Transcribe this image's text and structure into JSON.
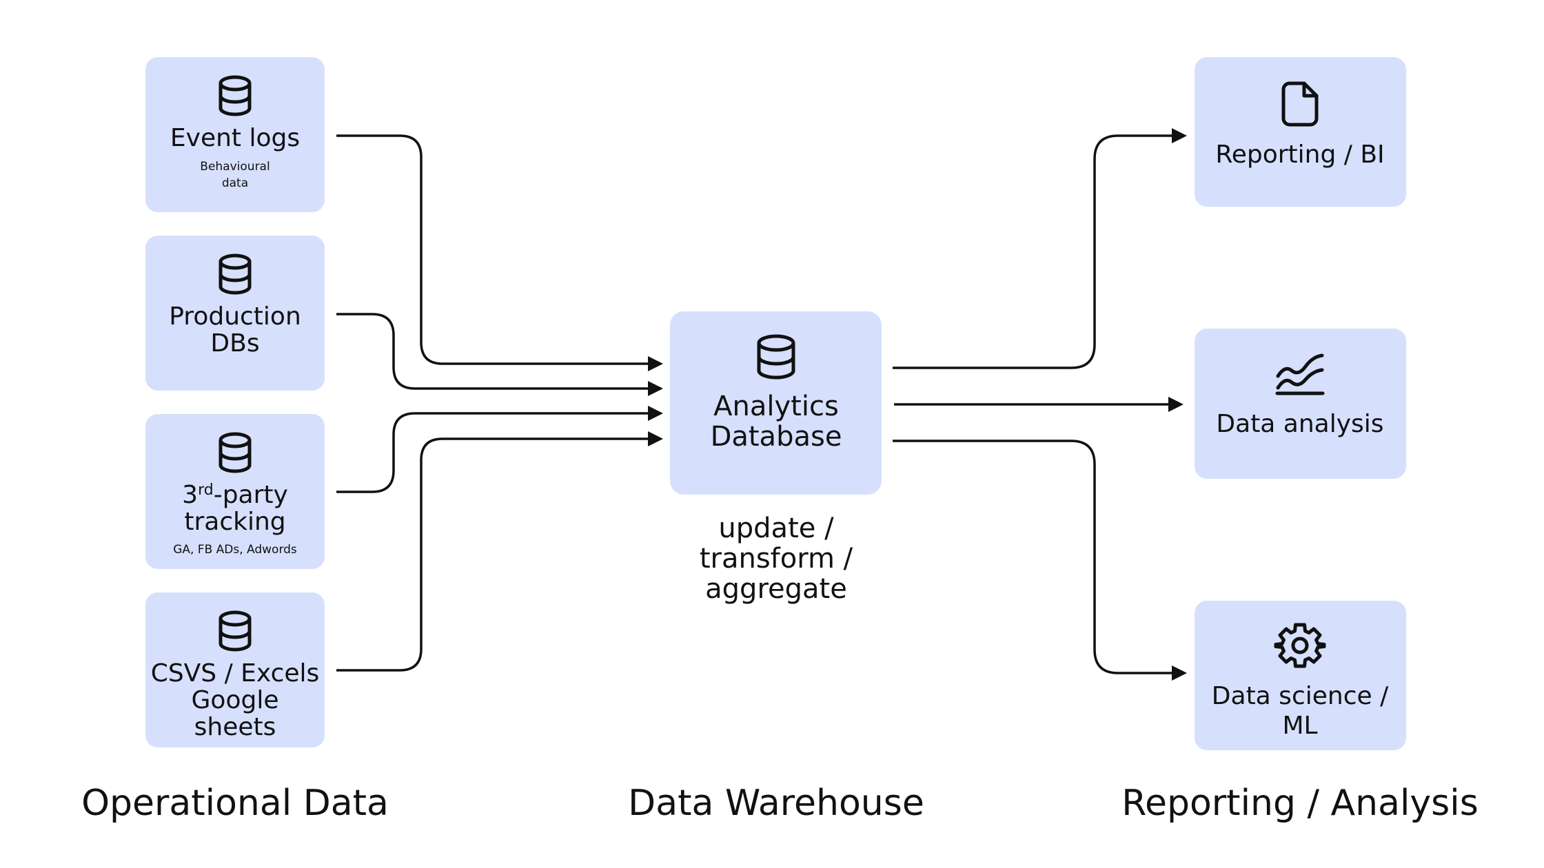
{
  "colors": {
    "box_fill": "#d6e0fd",
    "line": "#111111",
    "background": "#ffffff"
  },
  "sources": [
    {
      "id": "event-logs",
      "icon": "database-icon",
      "title_lines": [
        "Event logs"
      ],
      "subtitle_lines": [
        "Behavioural",
        "data"
      ]
    },
    {
      "id": "production-dbs",
      "icon": "database-icon",
      "title_lines": [
        "Production",
        "DBs"
      ],
      "subtitle_lines": []
    },
    {
      "id": "third-party-tracking",
      "icon": "database-icon",
      "title_lines": [
        "3",
        "-party",
        "tracking"
      ],
      "superscript": "rd",
      "subtitle_lines": [
        "GA, FB ADs, Adwords"
      ]
    },
    {
      "id": "csvs-excels",
      "icon": "database-icon",
      "title_lines": [
        "CSVS / Excels",
        "Google",
        "sheets"
      ],
      "subtitle_lines": []
    }
  ],
  "warehouse": {
    "icon": "database-icon",
    "title_lines": [
      "Analytics",
      "Database"
    ],
    "caption_lines": [
      "update /",
      "transform /",
      "aggregate"
    ]
  },
  "outputs": [
    {
      "id": "reporting-bi",
      "icon": "document-icon",
      "title_lines": [
        "Reporting / BI"
      ]
    },
    {
      "id": "data-analysis",
      "icon": "trend-chart-icon",
      "title_lines": [
        "Data analysis"
      ]
    },
    {
      "id": "data-science-ml",
      "icon": "gear-icon",
      "title_lines": [
        "Data science /",
        "ML"
      ]
    }
  ],
  "section_labels": {
    "operational": "Operational Data",
    "warehouse": "Data Warehouse",
    "reporting": "Reporting / Analysis"
  }
}
